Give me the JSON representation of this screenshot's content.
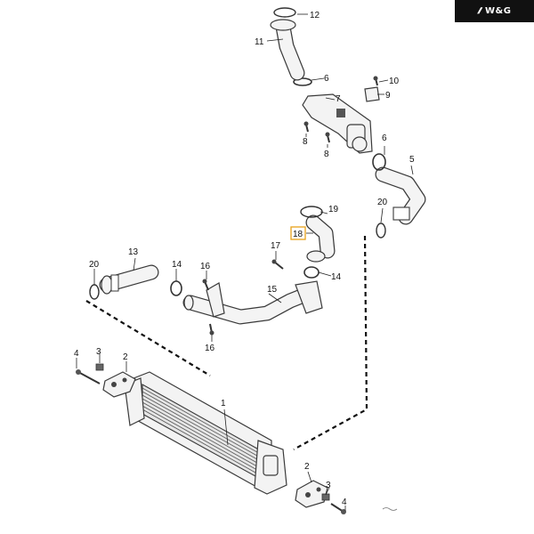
{
  "brand": {
    "text": "W&G",
    "logo_icon": "wg-wing-logo-icon"
  },
  "colors": {
    "highlight": "#e8a21a",
    "line": "#3a3a3a",
    "badge_bg": "#111111"
  },
  "callouts": [
    "1",
    "2",
    "3",
    "4",
    "5",
    "6",
    "7",
    "8",
    "9",
    "10",
    "11",
    "12",
    "13",
    "14",
    "15",
    "16",
    "17",
    "18",
    "19",
    "20"
  ],
  "highlighted_callout": "18"
}
